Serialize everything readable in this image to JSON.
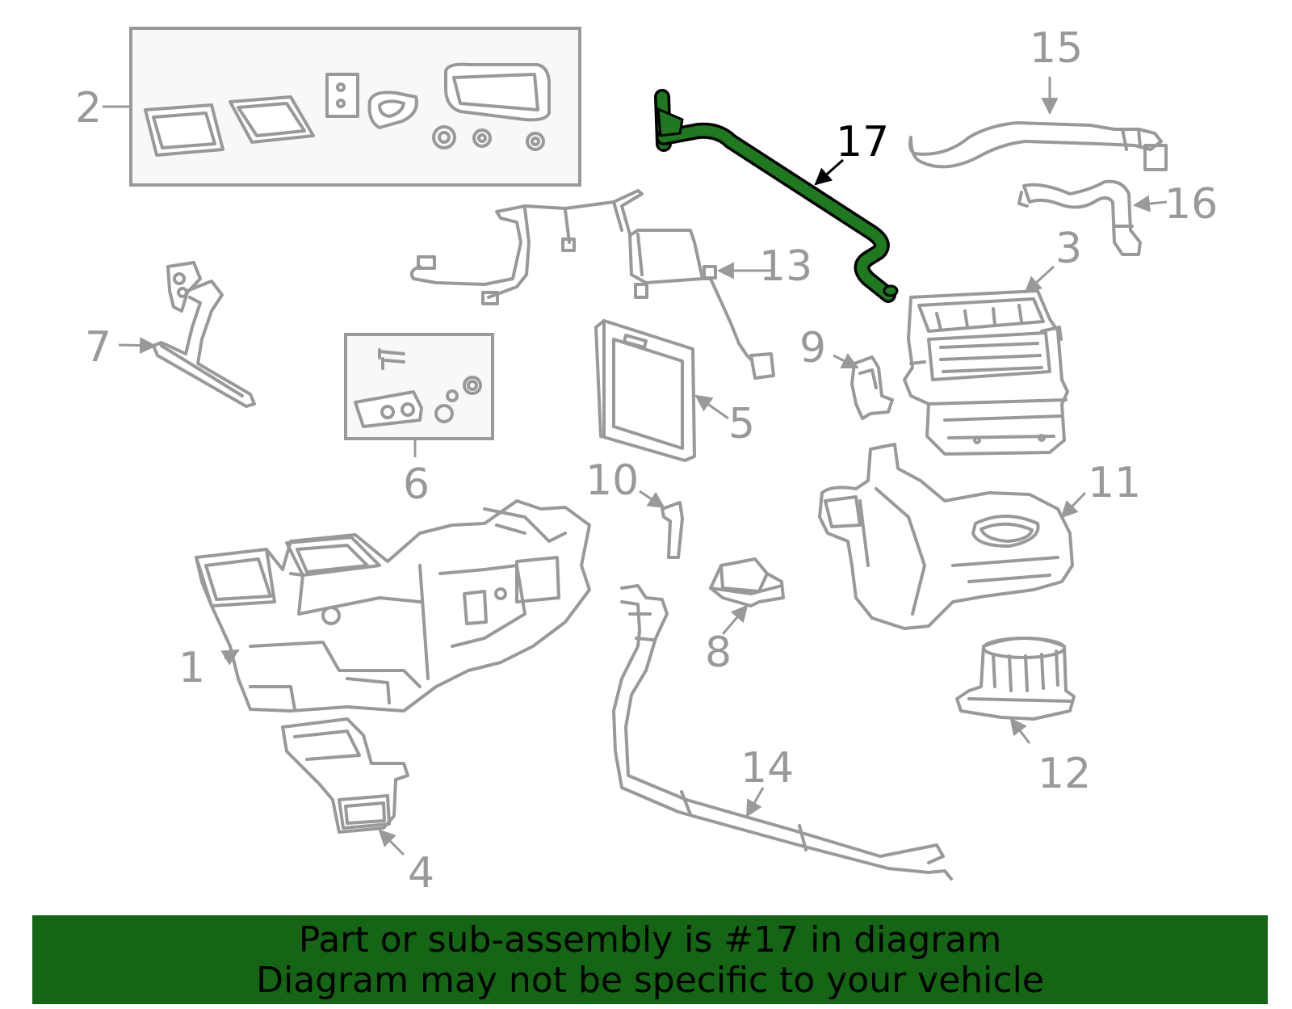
{
  "colors": {
    "part_stroke": "#999999",
    "box_fill": "#f8f8f8",
    "highlight_fill": "#1f7a1f",
    "highlight_stroke": "#000000",
    "banner_bg": "#146514",
    "banner_text": "#000000",
    "highlight_label": "#000000"
  },
  "callouts": {
    "p1": "1",
    "p2": "2",
    "p3": "3",
    "p4": "4",
    "p5": "5",
    "p6": "6",
    "p7": "7",
    "p8": "8",
    "p9": "9",
    "p10": "10",
    "p11": "11",
    "p12": "12",
    "p13": "13",
    "p14": "14",
    "p15": "15",
    "p16": "16",
    "p17": "17"
  },
  "highlighted_part": "17",
  "banner": {
    "line1": "Part or sub-assembly is #17 in diagram",
    "line2": "Diagram may not be specific to your vehicle"
  }
}
